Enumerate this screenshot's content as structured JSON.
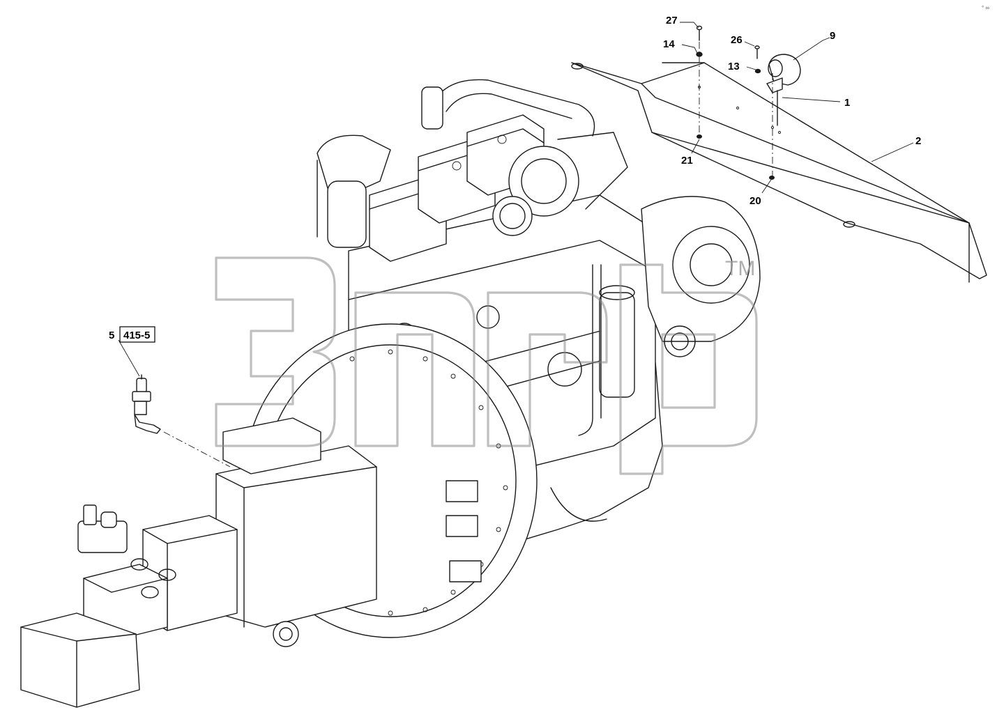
{
  "callouts": {
    "c1": "1",
    "c2": "2",
    "c5": "5",
    "c5_ref": "415-5",
    "c9": "9",
    "c13": "13",
    "c14": "14",
    "c20": "20",
    "c21": "21",
    "c26": "26",
    "c27": "27"
  },
  "watermark": {
    "trademark": "TM"
  },
  "colors": {
    "line": "#1a1a1a",
    "watermark": "#8a8a8a",
    "background": "#ffffff"
  }
}
